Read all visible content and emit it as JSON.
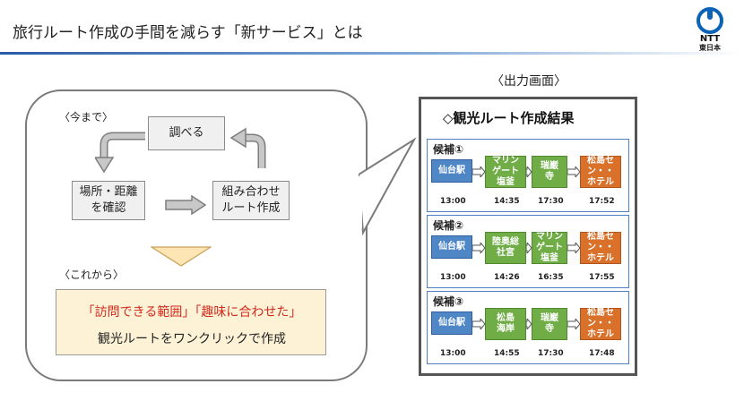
{
  "header": {
    "title": "旅行ルート作成の手間を減らす「新サービス」とは",
    "logo_main": "NTT",
    "logo_sub": "東日本"
  },
  "left": {
    "before_label": "〈今まで〉",
    "step_research": "調べる",
    "step_places_1": "場所・距離",
    "step_places_2": "を確認",
    "step_combine_1": "組み合わせ",
    "step_combine_2": "ルート作成",
    "after_label": "〈これから〉",
    "result_line1": "「訪問できる範囲」「趣味に合わせた」",
    "result_line2": "観光ルートをワンクリックで作成"
  },
  "output": {
    "caption": "〈出力画面〉",
    "title": "◇観光ルート作成結果",
    "candidates": [
      {
        "label": "候補①",
        "stops": [
          {
            "name": "仙台駅",
            "time": "13:00",
            "kind": "start"
          },
          {
            "name": "マリンゲート塩釜",
            "lines": [
              "マリン",
              "ゲート",
              "塩釜"
            ],
            "time": "14:35",
            "kind": "spot"
          },
          {
            "name": "瑞巌寺",
            "lines": [
              "瑞巌",
              "寺"
            ],
            "time": "17:30",
            "kind": "spot"
          },
          {
            "name": "松島センチュリーホテル",
            "lines": [
              "松島セ",
              "ン・・",
              "ホテル"
            ],
            "time": "17:52",
            "kind": "goal"
          }
        ]
      },
      {
        "label": "候補②",
        "stops": [
          {
            "name": "仙台駅",
            "time": "13:00",
            "kind": "start"
          },
          {
            "name": "陸奥総社宮",
            "lines": [
              "陸奥総",
              "社宮"
            ],
            "time": "14:26",
            "kind": "spot"
          },
          {
            "name": "マリンゲート塩釜",
            "lines": [
              "マリン",
              "ゲート",
              "塩釜"
            ],
            "time": "16:35",
            "kind": "spot"
          },
          {
            "name": "松島センチュリーホテル",
            "lines": [
              "松島セ",
              "ン・・",
              "ホテル"
            ],
            "time": "17:55",
            "kind": "goal"
          }
        ]
      },
      {
        "label": "候補③",
        "stops": [
          {
            "name": "仙台駅",
            "time": "13:00",
            "kind": "start"
          },
          {
            "name": "松島海岸",
            "lines": [
              "松島",
              "海岸"
            ],
            "time": "14:55",
            "kind": "spot"
          },
          {
            "name": "瑞巌寺",
            "lines": [
              "瑞巌",
              "寺"
            ],
            "time": "17:30",
            "kind": "spot"
          },
          {
            "name": "松島センチュリーホテル",
            "lines": [
              "松島セ",
              "ン・・",
              "ホテル"
            ],
            "time": "17:48",
            "kind": "goal"
          }
        ]
      }
    ]
  },
  "colors": {
    "start": "#4f86c6",
    "spot": "#70ad47",
    "goal": "#d9712b",
    "highlight_text": "#d22a1e",
    "result_bg": "#fdf2d6"
  }
}
